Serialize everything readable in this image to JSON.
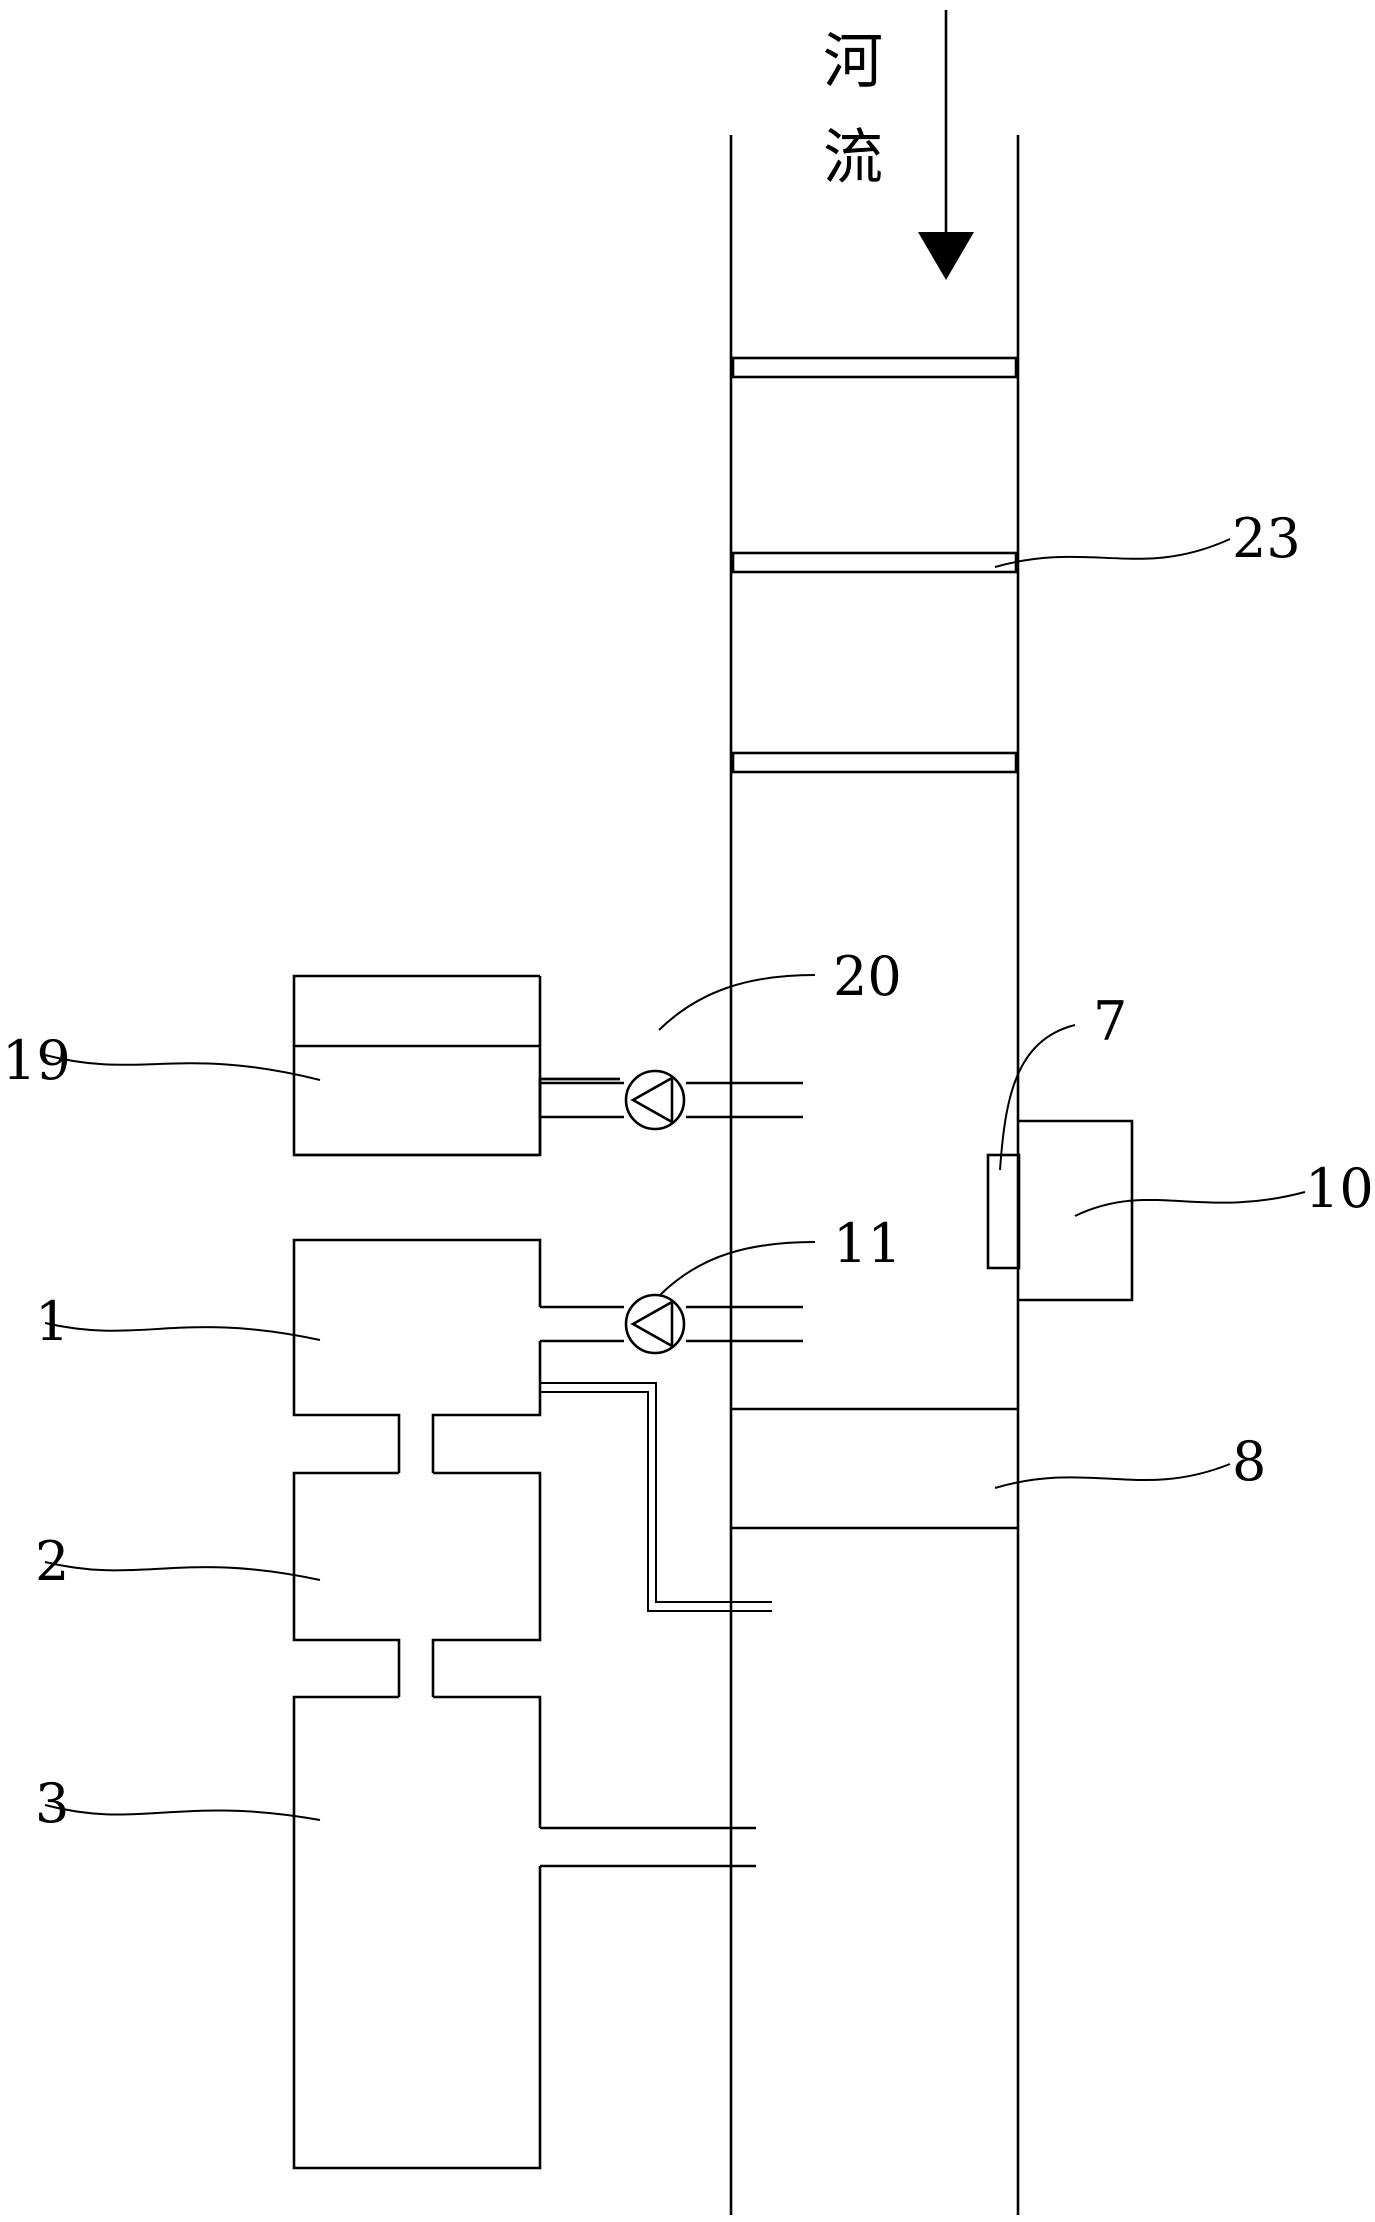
{
  "diagram": {
    "flow_label_line1": "河",
    "flow_label_line2": "流",
    "labels": {
      "l23": "23",
      "l20": "20",
      "l19": "19",
      "l7": "7",
      "l10": "10",
      "l11": "11",
      "l1": "1",
      "l8": "8",
      "l2": "2",
      "l3": "3"
    }
  }
}
